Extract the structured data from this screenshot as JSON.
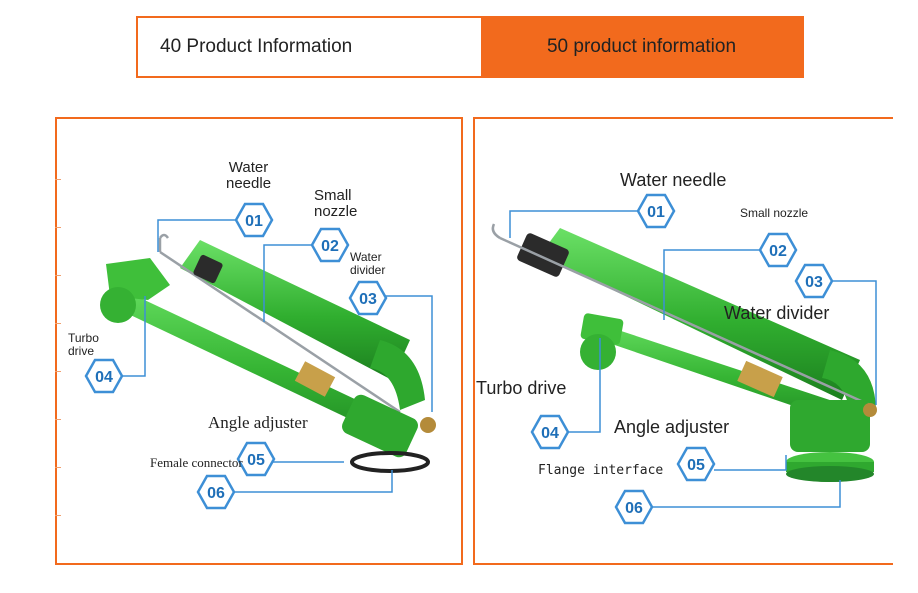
{
  "tabs": {
    "tab_40": "40 Product Information",
    "tab_50": "50 product information"
  },
  "colors": {
    "accent": "#f26a1d",
    "badge_stroke": "#3d8fd6",
    "leader_line": "#3d8fd6",
    "sprinkler_green": "#3fbf3a"
  },
  "left_panel": {
    "labels": {
      "water_needle": [
        "Water",
        "needle"
      ],
      "small_nozzle": [
        "Small",
        "nozzle"
      ],
      "water_divider": [
        "Water",
        "divider"
      ],
      "turbo_drive": [
        "Turbo",
        "drive"
      ],
      "angle_adjuster": "Angle adjuster",
      "female_connector": "Female connector"
    },
    "badges": [
      "01",
      "02",
      "03",
      "04",
      "05",
      "06"
    ]
  },
  "right_panel": {
    "labels": {
      "water_needle": "Water needle",
      "small_nozzle": "Small nozzle",
      "water_divider": "Water divider",
      "turbo_drive": "Turbo drive",
      "angle_adjuster": "Angle adjuster",
      "flange_interface": "Flange interface"
    },
    "badges": [
      "01",
      "02",
      "03",
      "04",
      "05",
      "06"
    ]
  }
}
